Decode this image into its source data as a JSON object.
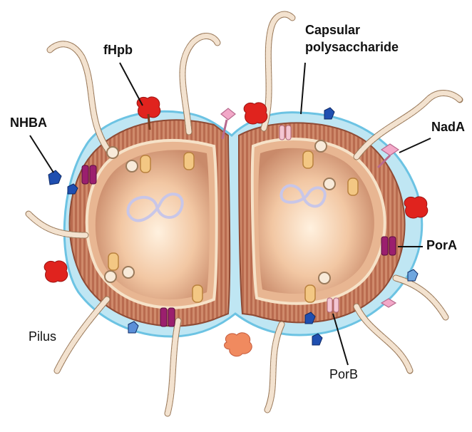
{
  "labels": {
    "capsular_line1": "Capsular",
    "capsular_line2": "polysaccharide",
    "fhpb": "fHpb",
    "nhba": "NHBA",
    "nada": "NadA",
    "pora": "PorA",
    "porb": "PorB",
    "pilus": "Pilus"
  },
  "colors": {
    "capsule": "#bfe6f3",
    "capsule_edge": "#6cc3e3",
    "outer_membrane": "#c0765a",
    "inner_membrane": "#d9a07e",
    "cytoplasm_center": "#fbe0c6",
    "cytoplasm_edge": "#d69d7c",
    "fhpb_protein": "#e0231e",
    "nhba_protein": "#1f4fb0",
    "nada_protein": "#f2a8c8",
    "pora_protein": "#9b1f6e",
    "porb_protein": "#f4c6d2",
    "pilus_bead": "#f3e2cf",
    "porin_yellow": "#f3c783"
  }
}
